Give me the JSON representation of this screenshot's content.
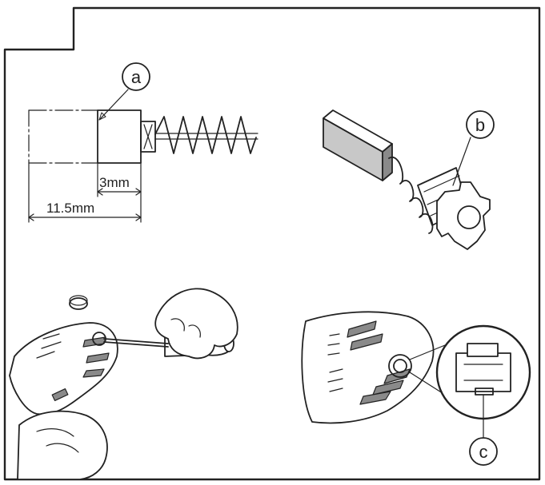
{
  "labels": {
    "a": "a",
    "b": "b",
    "c": "c"
  },
  "dimensions": {
    "brush_wear_limit": "3mm",
    "brush_length": "11.5mm"
  }
}
